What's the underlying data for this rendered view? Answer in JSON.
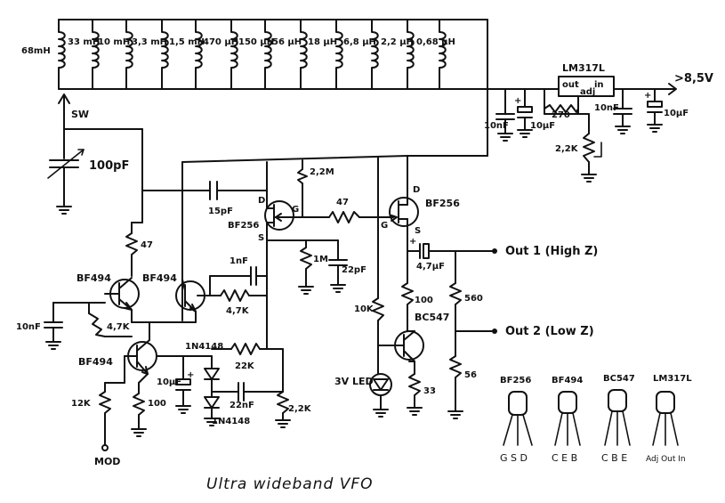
{
  "title": "Ultra wideband VFO",
  "inductors": [
    "68mH",
    "33 mH",
    "10 mH",
    "3,3 mH",
    "1,5 mH",
    "470 µH",
    "150 µH",
    "56 µH",
    "18 µH",
    "6,8 µH",
    "2,2 µH",
    "0,68 µH"
  ],
  "switch_label": "SW",
  "var_cap": "100pF",
  "regulator": {
    "name": "LM317L",
    "pin_out": "out",
    "pin_in": "in",
    "pin_adj": "adj",
    "output": ">8,5V"
  },
  "reg_parts": {
    "c1": "10nF",
    "c2": "10µF",
    "r_top": "270",
    "c3": "10nF",
    "c4": "10µF",
    "r_adj": "2,2K"
  },
  "fets": {
    "q1": "BF256",
    "q2": "BF256",
    "r_drain": "2,2M",
    "c_gate": "15pF",
    "r_gate": "47",
    "r_source": "1M",
    "c_source": "22pF"
  },
  "pin_labels": {
    "d": "D",
    "g": "G",
    "s": "S"
  },
  "bjts": {
    "q3": "BF494",
    "q4": "BF494",
    "q5": "BF494",
    "q6": "BC547"
  },
  "osc_parts": {
    "r47": "47",
    "c_fb": "1nF",
    "r_fb": "4,7K",
    "c_base": "10nF",
    "r_base": "4,7K",
    "r_bias": "22K",
    "c_cv": "22nF",
    "r_emit": "2,2K",
    "r_mod": "12K",
    "r_e100": "100",
    "c_elec": "10µF",
    "diode1": "1N4148",
    "diode2": "1N4148"
  },
  "mod_label": "MOD",
  "buffer_parts": {
    "c_out": "4,7µF",
    "r100": "100",
    "r10k": "10K",
    "led": "3V LED",
    "r33": "33",
    "r560": "560",
    "r56": "56"
  },
  "outputs": [
    "Out 1 (High Z)",
    "Out 2 (Low Z)"
  ],
  "packages": [
    {
      "name": "BF256",
      "pins": "G S D"
    },
    {
      "name": "BF494",
      "pins": "C E B"
    },
    {
      "name": "BC547",
      "pins": "C B E"
    },
    {
      "name": "LM317L",
      "pins": "Adj Out In"
    }
  ]
}
